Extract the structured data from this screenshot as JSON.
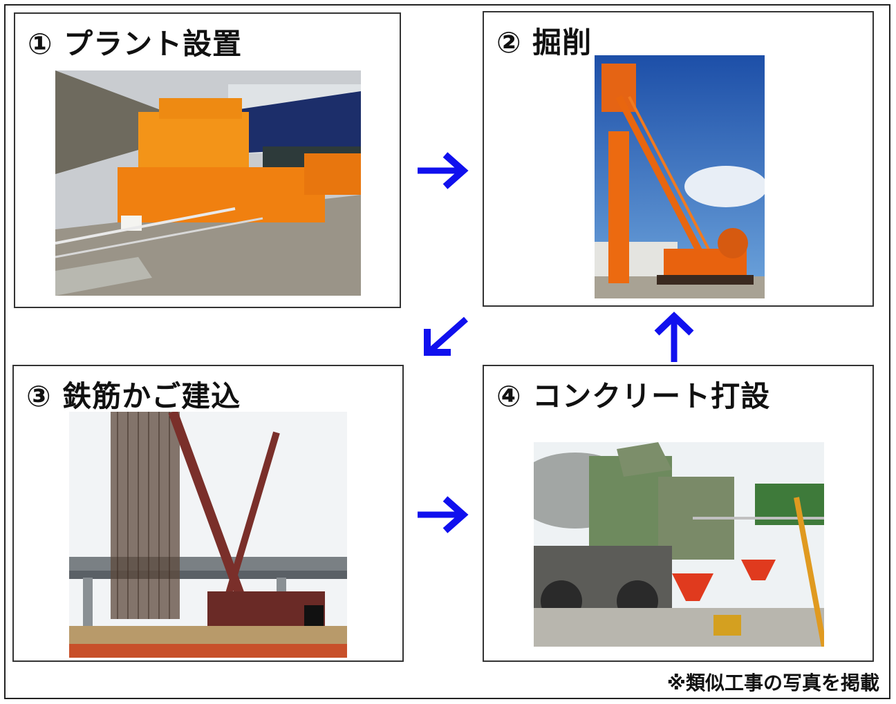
{
  "steps": [
    {
      "label": "① プラント設置",
      "photo": "plant-installation-photo"
    },
    {
      "label": "② 掘削",
      "photo": "excavation-photo"
    },
    {
      "label": "③ 鉄筋かご建込",
      "photo": "rebar-cage-installation-photo"
    },
    {
      "label": "④ コンクリート打設",
      "photo": "concrete-pouring-photo"
    }
  ],
  "caption": "※類似工事の写真を掲載",
  "colors": {
    "arrow": "#1010ee",
    "border": "#333333"
  },
  "arrows": [
    "right-arrow",
    "down-left-arrow",
    "right-arrow",
    "up-arrow"
  ]
}
